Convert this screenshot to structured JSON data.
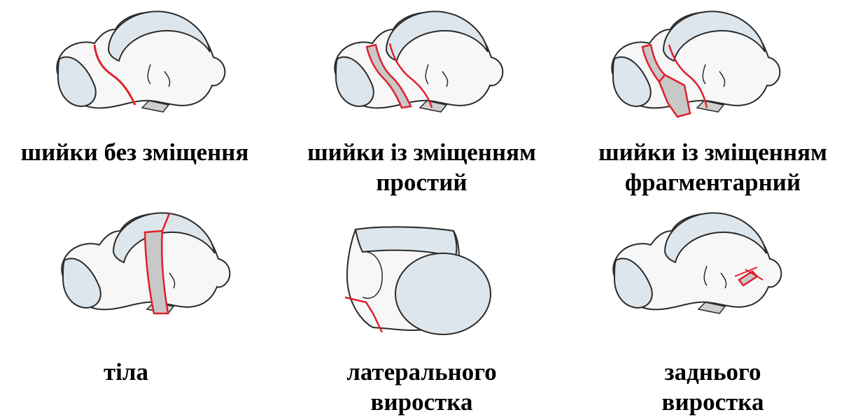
{
  "panels": [
    {
      "id": "neck-nondisplaced",
      "lines": [
        "шийки без зміщення"
      ]
    },
    {
      "id": "neck-displaced-simple",
      "lines": [
        "шийки із зміщенням",
        "простий"
      ]
    },
    {
      "id": "neck-displaced-comminuted",
      "lines": [
        "шийки із зміщенням",
        "фрагментарний"
      ]
    },
    {
      "id": "body",
      "lines": [
        "тіла"
      ]
    },
    {
      "id": "lateral-process",
      "lines": [
        "латерального",
        "виростка"
      ]
    },
    {
      "id": "posterior-process",
      "lines": [
        "заднього",
        "виростка"
      ]
    }
  ],
  "colors": {
    "fracture_line": "#e0202a",
    "cartilage": "#dde6ec",
    "bone": "#f7f7f7",
    "outline": "#2b2b2b",
    "gap": "#c8c8c8"
  }
}
